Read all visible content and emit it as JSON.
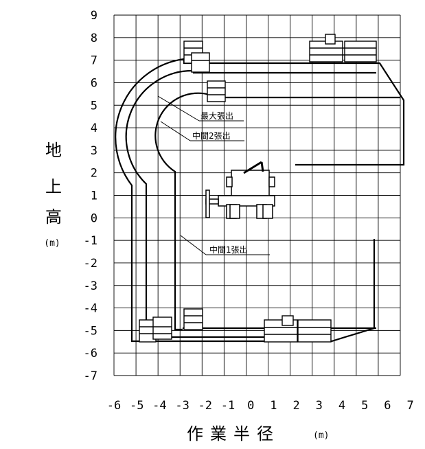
{
  "diagram": {
    "x_label": "作業半径",
    "x_unit": "(m)",
    "y_label_chars": [
      "地",
      "上",
      "高"
    ],
    "y_unit": "(m)",
    "x_range": [
      -6,
      7
    ],
    "y_range": [
      -7,
      9
    ],
    "x_ticks": [
      "-6",
      "-5",
      "-4",
      "-3",
      "-2",
      "-1",
      "0",
      "1",
      "2",
      "3",
      "4",
      "5",
      "6",
      "7"
    ],
    "y_ticks": [
      "9",
      "8",
      "7",
      "6",
      "5",
      "4",
      "3",
      "2",
      "1",
      "0",
      "-1",
      "-2",
      "-3",
      "-4",
      "-5",
      "-6",
      "-7"
    ],
    "annotations": [
      {
        "label": "最大張出",
        "target": "outer-envelope"
      },
      {
        "label": "中間2張出",
        "target": "middle-envelope"
      },
      {
        "label": "中間1張出",
        "target": "inner-envelope"
      }
    ],
    "colors": {
      "line": "#000000",
      "grid": "#000000",
      "background": "#ffffff"
    }
  }
}
